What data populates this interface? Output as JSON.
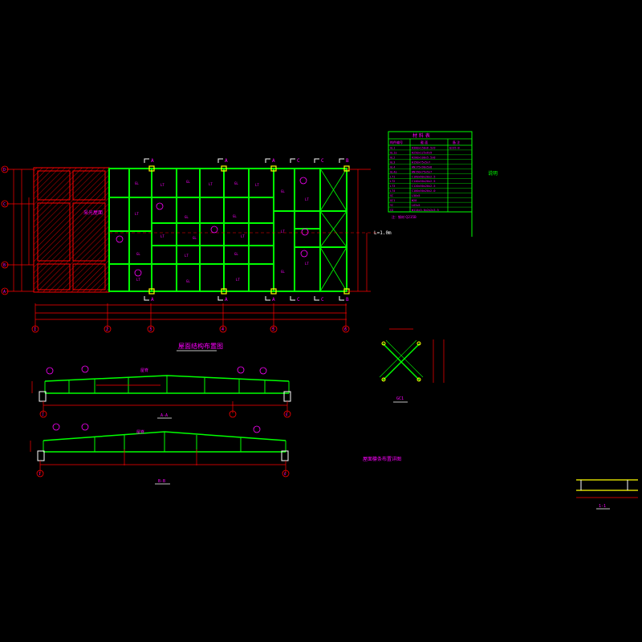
{
  "colors": {
    "background": "#000000",
    "beam": "#00ff00",
    "dimension": "#ff0000",
    "annotation": "#ff00ff",
    "highlight": "#ffff00",
    "cyan": "#00ffff",
    "white": "#ffffff"
  },
  "plan": {
    "title": "屋面结构布置图",
    "right_label": "L=1.0m",
    "section_marks_top": [
      "A",
      "A",
      "A",
      "C",
      "C",
      "B"
    ],
    "section_marks_bottom": [
      "A",
      "A",
      "A",
      "C",
      "C",
      "B"
    ],
    "left_axis_labels": [
      "D",
      "C",
      "B",
      "A"
    ],
    "bottom_axis_labels": [
      "1",
      "2",
      "3",
      "4",
      "5",
      "6"
    ],
    "hatch_label": "采光屋面"
  },
  "elevations": [
    {
      "label": "A-A",
      "ridge_label": "屋脊",
      "axis_left": "1",
      "axis_right": "6"
    },
    {
      "label": "B-B",
      "ridge_label": "屋脊",
      "axis_left": "1",
      "axis_right": "6"
    }
  ],
  "detail_label": "GC1",
  "node_label": "1-1",
  "note_text": "屋面檩条布置详图",
  "material_table": {
    "title": "材 料 表",
    "headers": [
      "构件编号",
      "截 面",
      "备 注"
    ],
    "rows": [
      [
        "GL1",
        "H300x150x6.5x9",
        "Q235-B"
      ],
      [
        "GL1a",
        "H250x125x6x9",
        ""
      ],
      [
        "GL2",
        "H200x100x5.5x8",
        ""
      ],
      [
        "GL3",
        "H150x75x5x7",
        ""
      ],
      [
        "GL4",
        "HN175x90x5x8",
        ""
      ],
      [
        "GL4a",
        "HN150x75x5x7",
        ""
      ],
      [
        "LT1",
        "C160x60x20x2.5",
        ""
      ],
      [
        "LT2",
        "C140x50x20x2.5",
        ""
      ],
      [
        "LT3",
        "C120x50x20x2.5",
        ""
      ],
      [
        "LT4",
        "C100x50x20x2.0",
        ""
      ],
      [
        "SC",
        "L50x5",
        ""
      ],
      [
        "GC1",
        "Φ20",
        ""
      ],
      [
        "YC",
        "L63x5",
        ""
      ],
      [
        "CG",
        "Φ114x3.0x2x2x3.5",
        ""
      ]
    ],
    "footnote": "注：钢材 Q235B"
  },
  "side_note": "说明"
}
